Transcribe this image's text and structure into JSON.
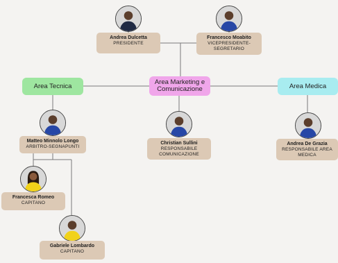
{
  "people": {
    "dulcetta": {
      "name": "Andrea Dulcetta",
      "role": "PRESIDENTE"
    },
    "moabito": {
      "name": "Francesco Moabito",
      "role_line1": "VICEPRESIDENTE-",
      "role_line2": "SEGRETARIO"
    },
    "longo": {
      "name": "Matteo Minnolo Longo",
      "role": "ARBITRO-SEGNAPUNTI"
    },
    "sullini": {
      "name": "Christian Sullini",
      "role_line1": "RESPONSABILE",
      "role_line2": "COMUNICAZIONE"
    },
    "grazia": {
      "name": "Andrea De Grazia",
      "role_line1": "RESPONSABILE AREA",
      "role_line2": "MEDICA"
    },
    "romeo": {
      "name": "Francesca Romeo",
      "role": "CAPITANO"
    },
    "lombardo": {
      "name": "Gabriele Lombardo",
      "role": "CAPITANO"
    }
  },
  "areas": {
    "tecnica": {
      "label": "Area Tecnica",
      "color": "#9ee6a0"
    },
    "marketing": {
      "label_line1": "Area Marketing e",
      "label_line2": "Comunicazione",
      "color": "#f0a6ea"
    },
    "medica": {
      "label": "Area Medica",
      "color": "#a8ecf0"
    }
  },
  "colors": {
    "card": "#dcc9b5",
    "background": "#f4f3f1",
    "connector": "#7a7a7a",
    "shirt_dark": "#1f2a44",
    "shirt_blue": "#2747a6",
    "shirt_yellow": "#f1d21a"
  }
}
